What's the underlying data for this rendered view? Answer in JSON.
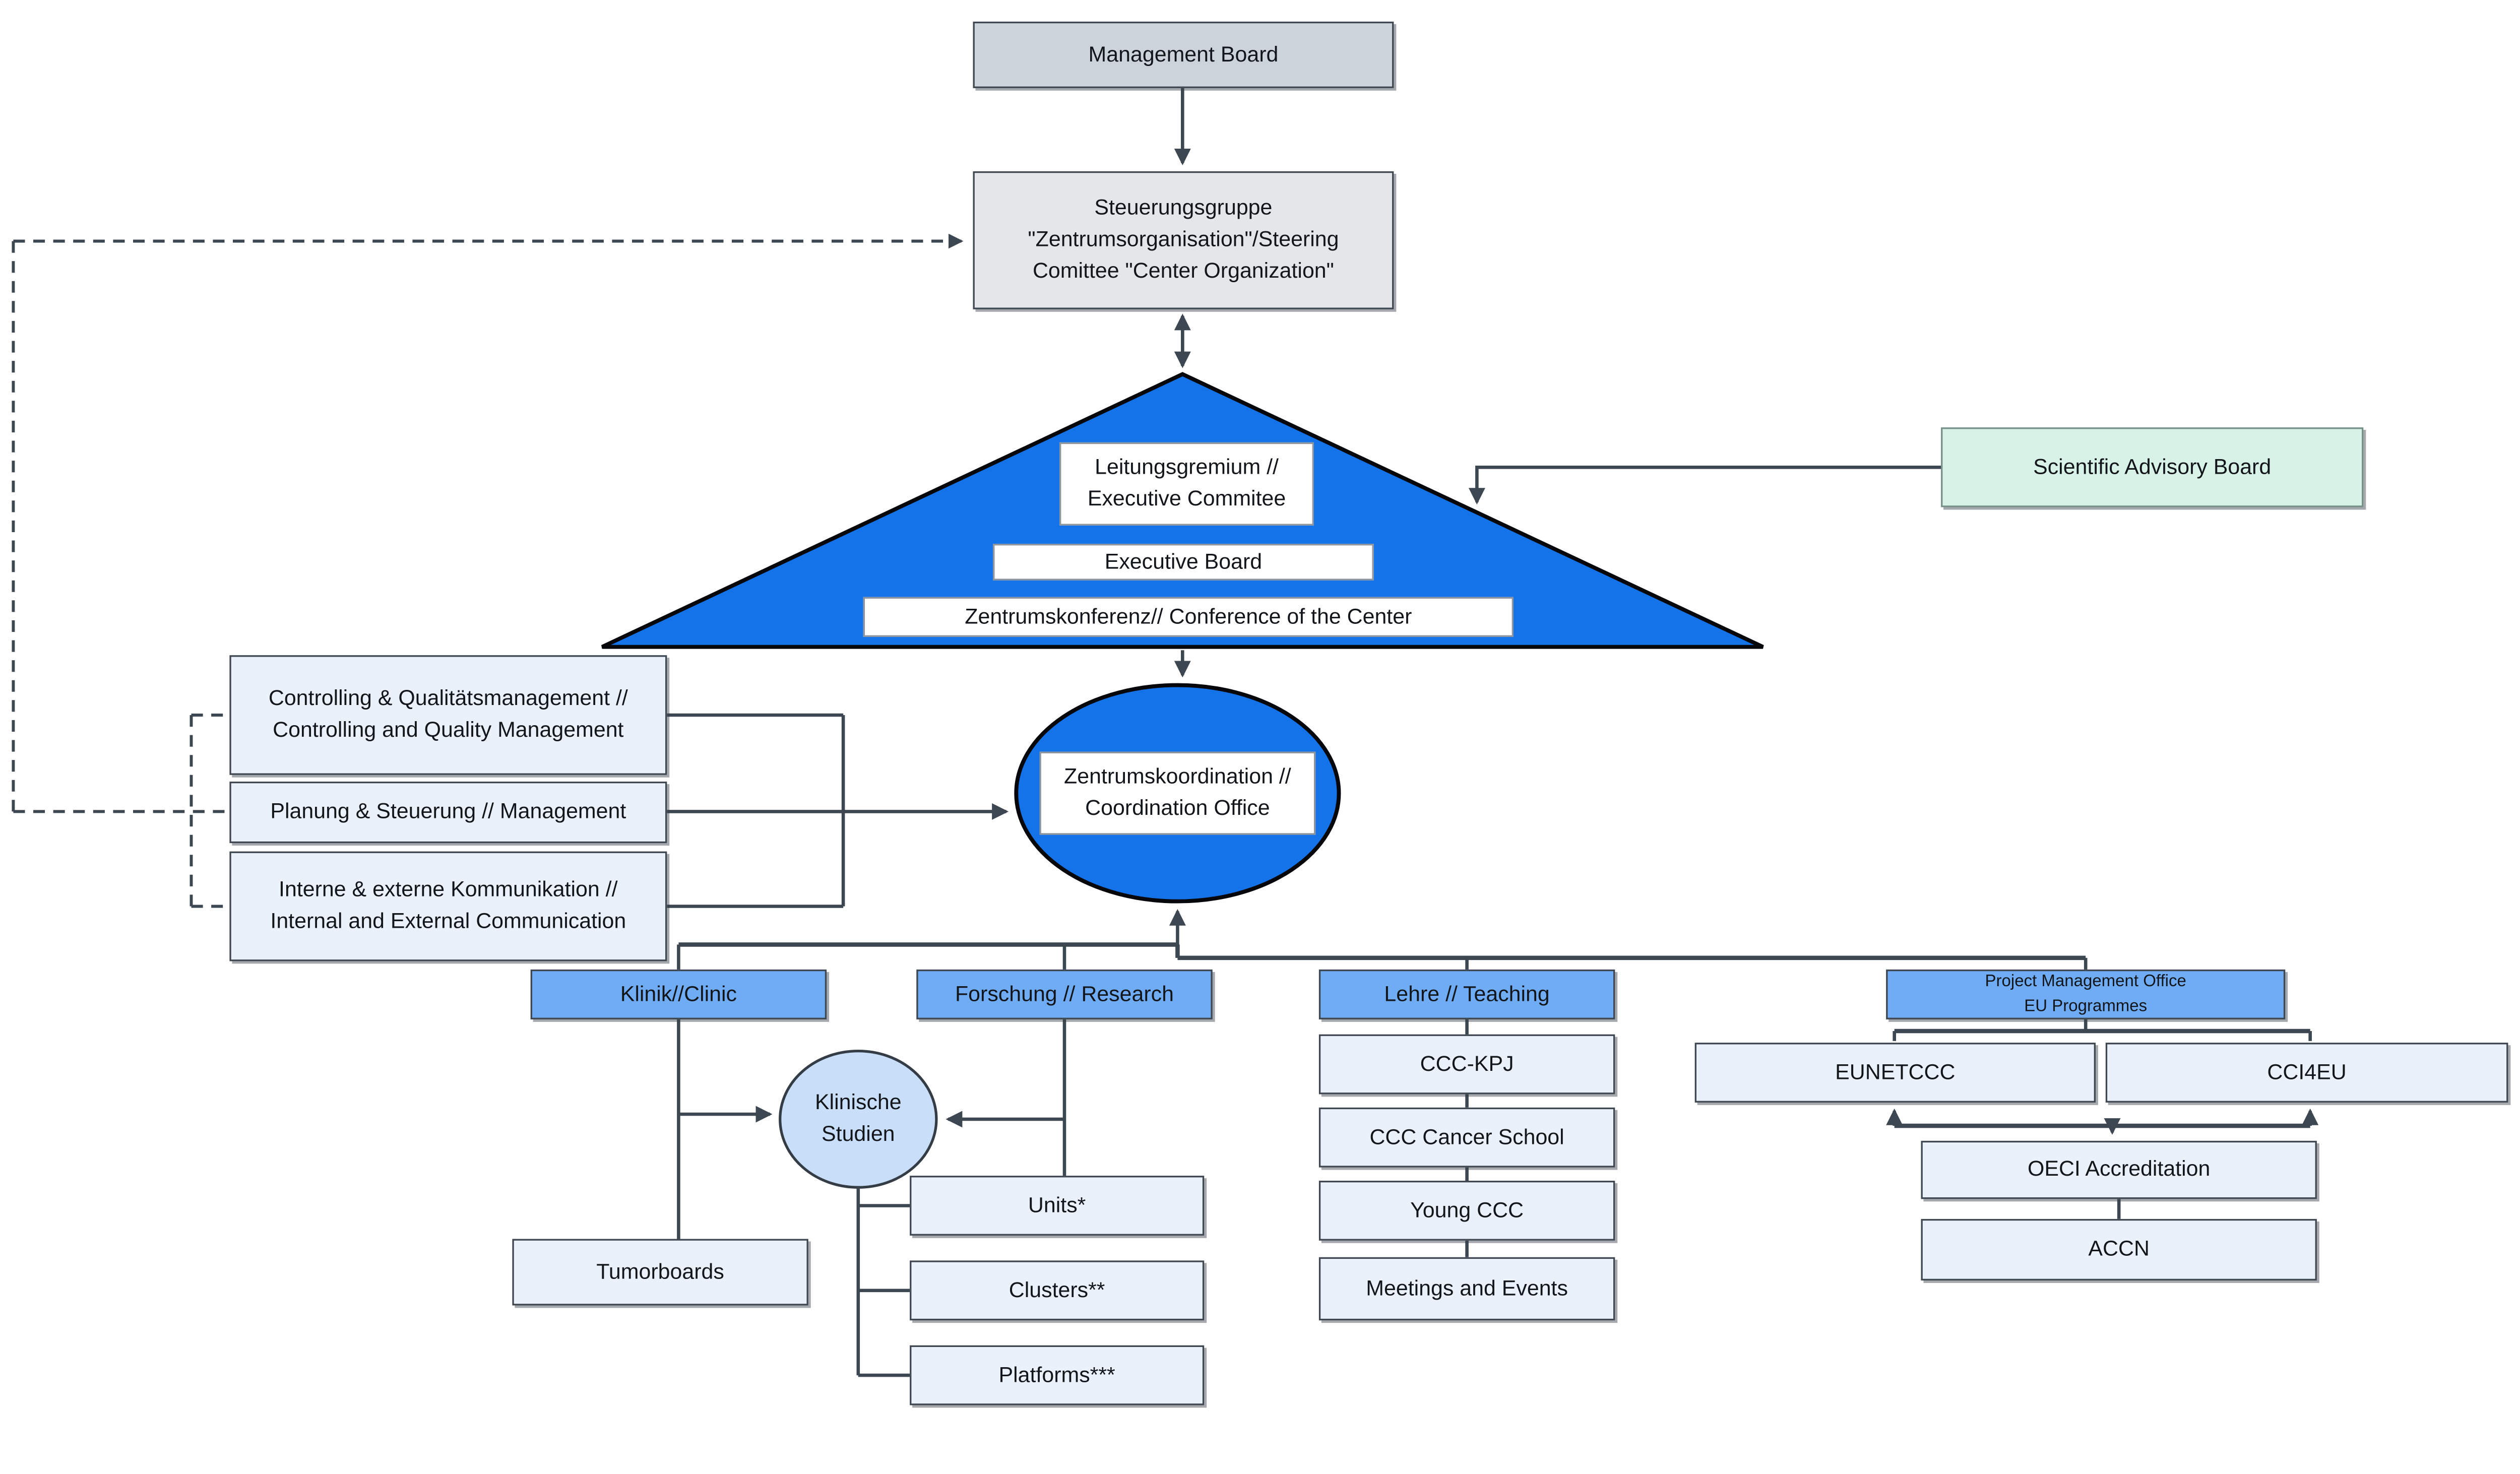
{
  "colors": {
    "primary_blue": "#1473E8",
    "header_blue": "#6FACF4",
    "light_blue_fill": "#EAF1FB",
    "circle_fill": "#C9DFF9",
    "gray_fill": "#CDD3DB",
    "light_gray_fill": "#E4E6E9",
    "mint_fill": "#D9F2E7",
    "line_color": "#3D4751"
  },
  "governance": {
    "management_board": "Management Board",
    "steering_committee": "Steuerungsgruppe\n\"Zentrumsorganisation\"/Steering\nComittee \"Center Organization\"",
    "executive_committee": "Leitungsgremium //\nExecutive Commitee",
    "executive_board": "Executive Board",
    "conference": "Zentrumskonferenz// Conference of the Center",
    "scientific_advisory_board": "Scientific Advisory Board"
  },
  "staff": {
    "controlling": "Controlling & Qualitätsmanagement //\nControlling and Quality Management",
    "management": "Planung & Steuerung // Management",
    "communication": "Interne & externe Kommunikation //\nInternal and External Communication"
  },
  "coordination": {
    "office": "Zentrumskoordination //\nCoordination Office"
  },
  "branches": {
    "clinic": "Klinik//Clinic",
    "research": "Forschung // Research",
    "teaching": "Lehre // Teaching",
    "pmo": "Project Management Office\nEU Programmes"
  },
  "clinic": {
    "tumorboards": "Tumorboards",
    "clinical_studies": "Klinische\nStudien"
  },
  "research": {
    "units": "Units*",
    "clusters": "Clusters**",
    "platforms": "Platforms***"
  },
  "teaching": {
    "ccc_kpj": "CCC-KPJ",
    "cancer_school": "CCC Cancer School",
    "young_ccc": "Young CCC",
    "meetings_events": "Meetings and Events"
  },
  "pmo": {
    "eunetccc": "EUNETCCC",
    "cci4eu": "CCI4EU",
    "oeci": "OECI Accreditation",
    "accn": "ACCN"
  }
}
